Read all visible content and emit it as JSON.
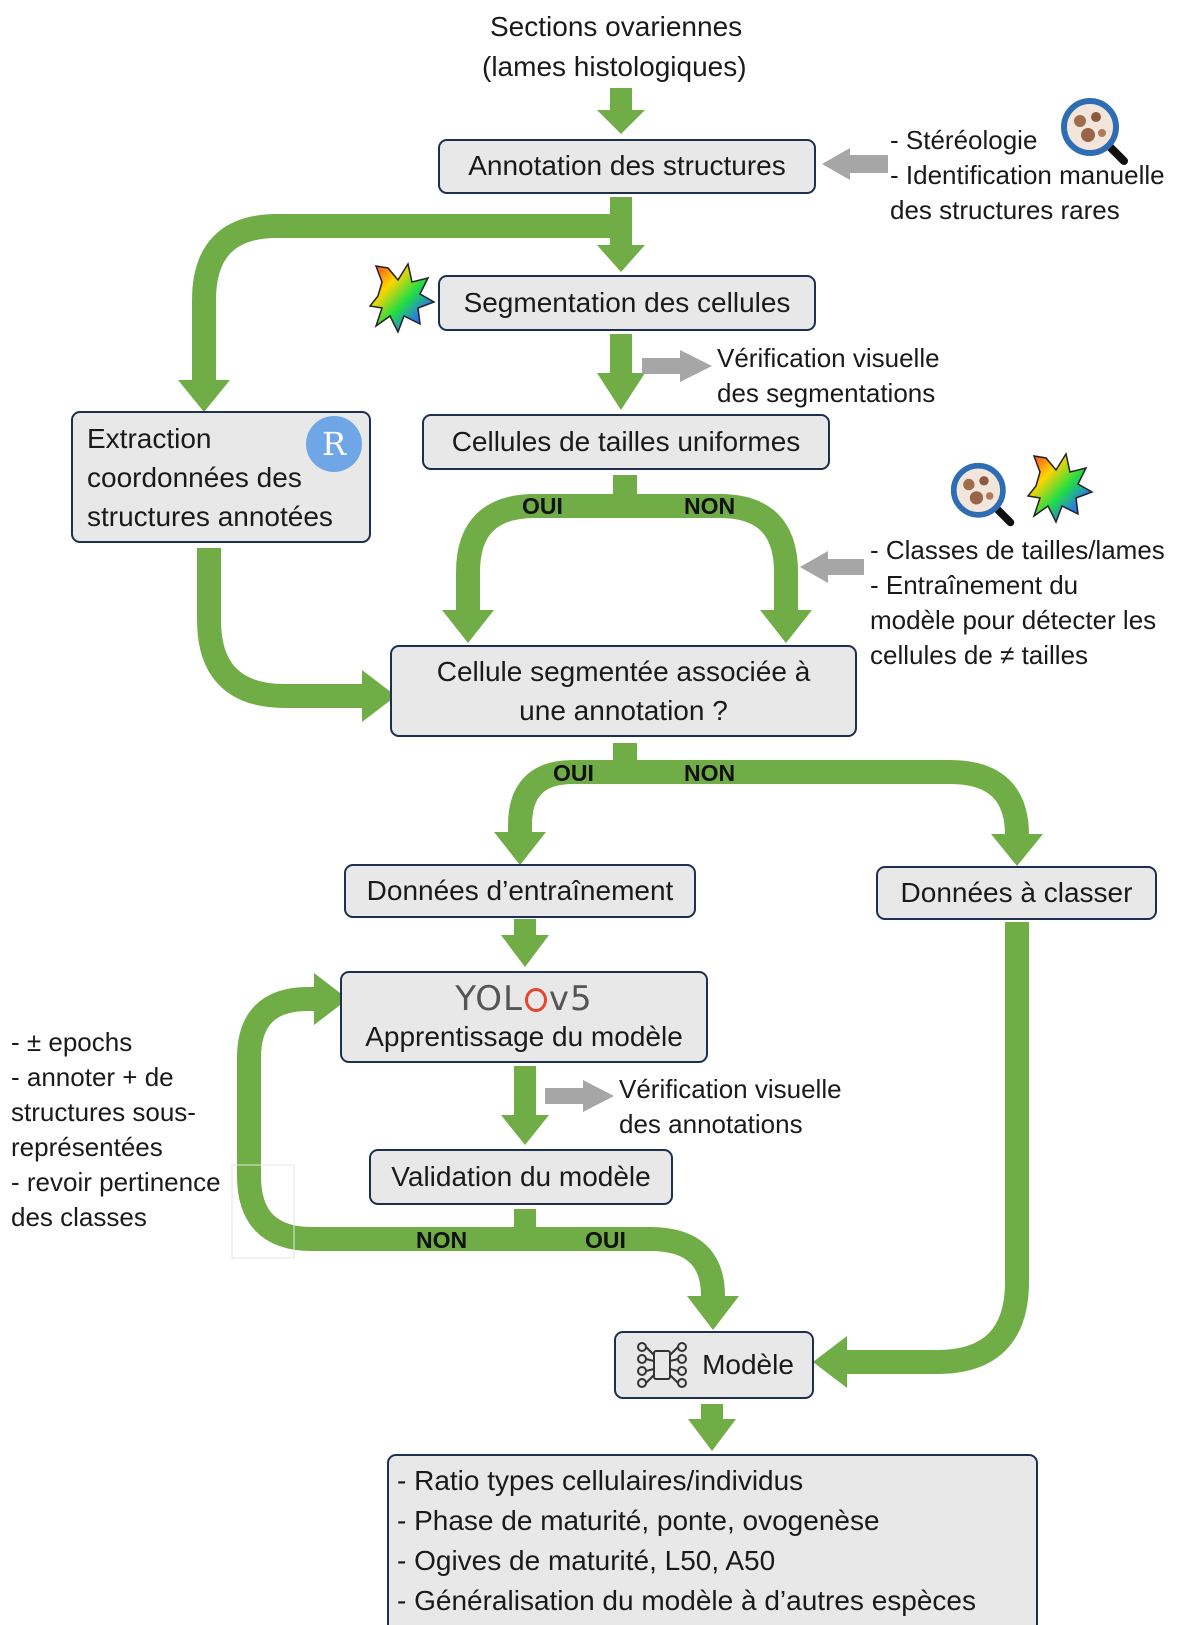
{
  "diagram": {
    "title_line1": "Sections ovariennes",
    "title_line2": "(lames histologiques)",
    "nodes": {
      "annotation": "Annotation des structures",
      "segmentation": "Segmentation des cellules",
      "uniform": "Cellules de tailles uniformes",
      "extraction": [
        "Extraction",
        "coordonnées des",
        "structures annotées"
      ],
      "associated": [
        "Cellule segmentée associée à",
        "une  annotation ?"
      ],
      "training_data": "Données d’entraînement",
      "to_classify": "Données à classer",
      "learning": "Apprentissage du modèle",
      "validation": "Validation du modèle",
      "model": "Modèle",
      "results": [
        "- Ratio types cellulaires/individus",
        "- Phase de maturité, ponte, ovogenèse",
        "- Ogives de maturité, L50, A50",
        "- Généralisation du modèle à d’autres espèces"
      ]
    },
    "notes": {
      "stereology": [
        "- Stéréologie",
        "- Identification manuelle",
        "des structures rares"
      ],
      "verif_segmentation": [
        "Vérification visuelle",
        "des segmentations"
      ],
      "size_classes": [
        "- Classes de tailles/lames",
        "- Entraînement du",
        "modèle pour détecter les",
        "cellules de ≠ tailles"
      ],
      "verif_annotations": [
        "Vérification visuelle",
        "des annotations"
      ],
      "improve": [
        "- ± epochs",
        "- annoter + de",
        "structures sous-",
        "représentées",
        "- revoir pertinence",
        "des classes"
      ]
    },
    "branch_labels": {
      "uniform_yes": "OUI",
      "uniform_no": "NON",
      "assoc_yes": "OUI",
      "assoc_no": "NON",
      "valid_no": "NON",
      "valid_yes": "OUI"
    },
    "logos": {
      "yolo": "YOLOv5",
      "r": "R"
    },
    "icons": [
      "microscope-magnifier-icon",
      "segmented-cell-icon",
      "r-logo-icon",
      "yolo-logo-icon",
      "neural-network-icon"
    ],
    "colors": {
      "flow_arrow": "#70ad47",
      "side_arrow": "#a6a6a6",
      "box_fill": "#e8e8e8",
      "box_border": "#1f2f4f",
      "yolo_ring": "#e8452c"
    }
  }
}
